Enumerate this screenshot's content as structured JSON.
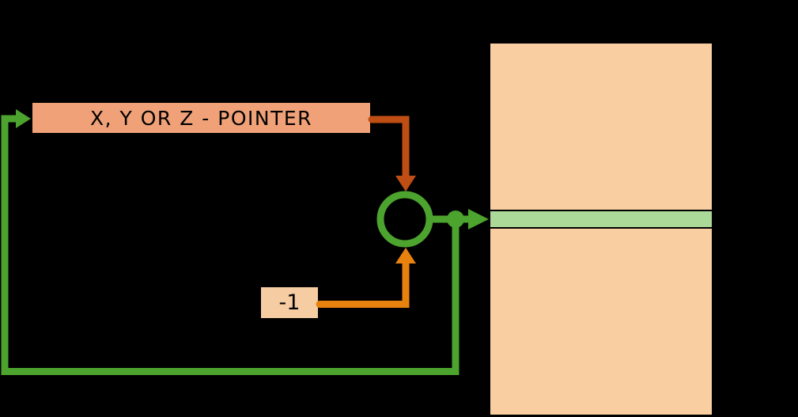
{
  "diagram": {
    "title": "register-indirect-addressing-with-pre-decrement",
    "pointer_register": {
      "label": "X, Y OR Z - POINTER"
    },
    "decrement": {
      "label": "-1"
    },
    "memory": {
      "label": ""
    },
    "colors": {
      "background": "#000000",
      "arrow_green": "#4CA32E",
      "arrow_orange": "#E8820E",
      "arrow_rust": "#BF4E15",
      "pointer_box_fill": "#F0A178",
      "decrement_box_fill": "#F6CDA2",
      "memory_fill": "#F9CFA2",
      "memory_cell_fill": "#ABD998",
      "border": "#000000"
    }
  }
}
